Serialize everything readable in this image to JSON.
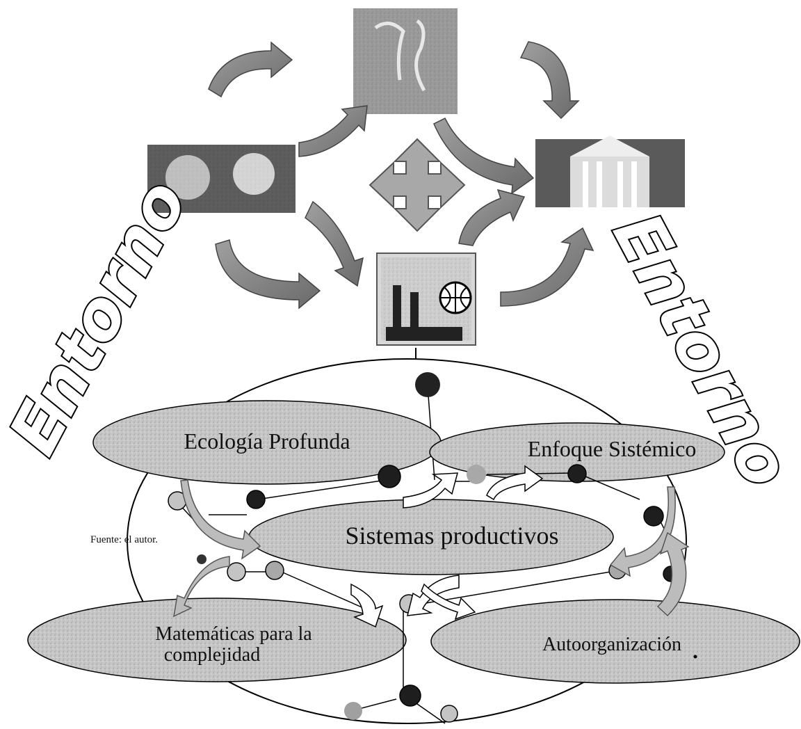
{
  "entorno_left": "Entorno",
  "entorno_right": "Entorno",
  "ellipses": {
    "ecologia": "Ecología Profunda",
    "enfoque": "Enfoque Sistémico",
    "sistemas": "Sistemas productivos",
    "matematicas_line1": "Matemáticas para la",
    "matematicas_line2": "complejidad",
    "autoorganizacion": "Autoorganización"
  },
  "images": {
    "top": "flamingos-photo",
    "left": "people-photo",
    "right": "building-photo",
    "bottom": "factory-globe-picture"
  },
  "source": "Fuente: el autor.",
  "colors": {
    "ellipse_fill": "#c8c8c8",
    "arrow_fill": "#8a8a8a",
    "node_dark": "#222222",
    "node_light": "#bdbdbd"
  }
}
